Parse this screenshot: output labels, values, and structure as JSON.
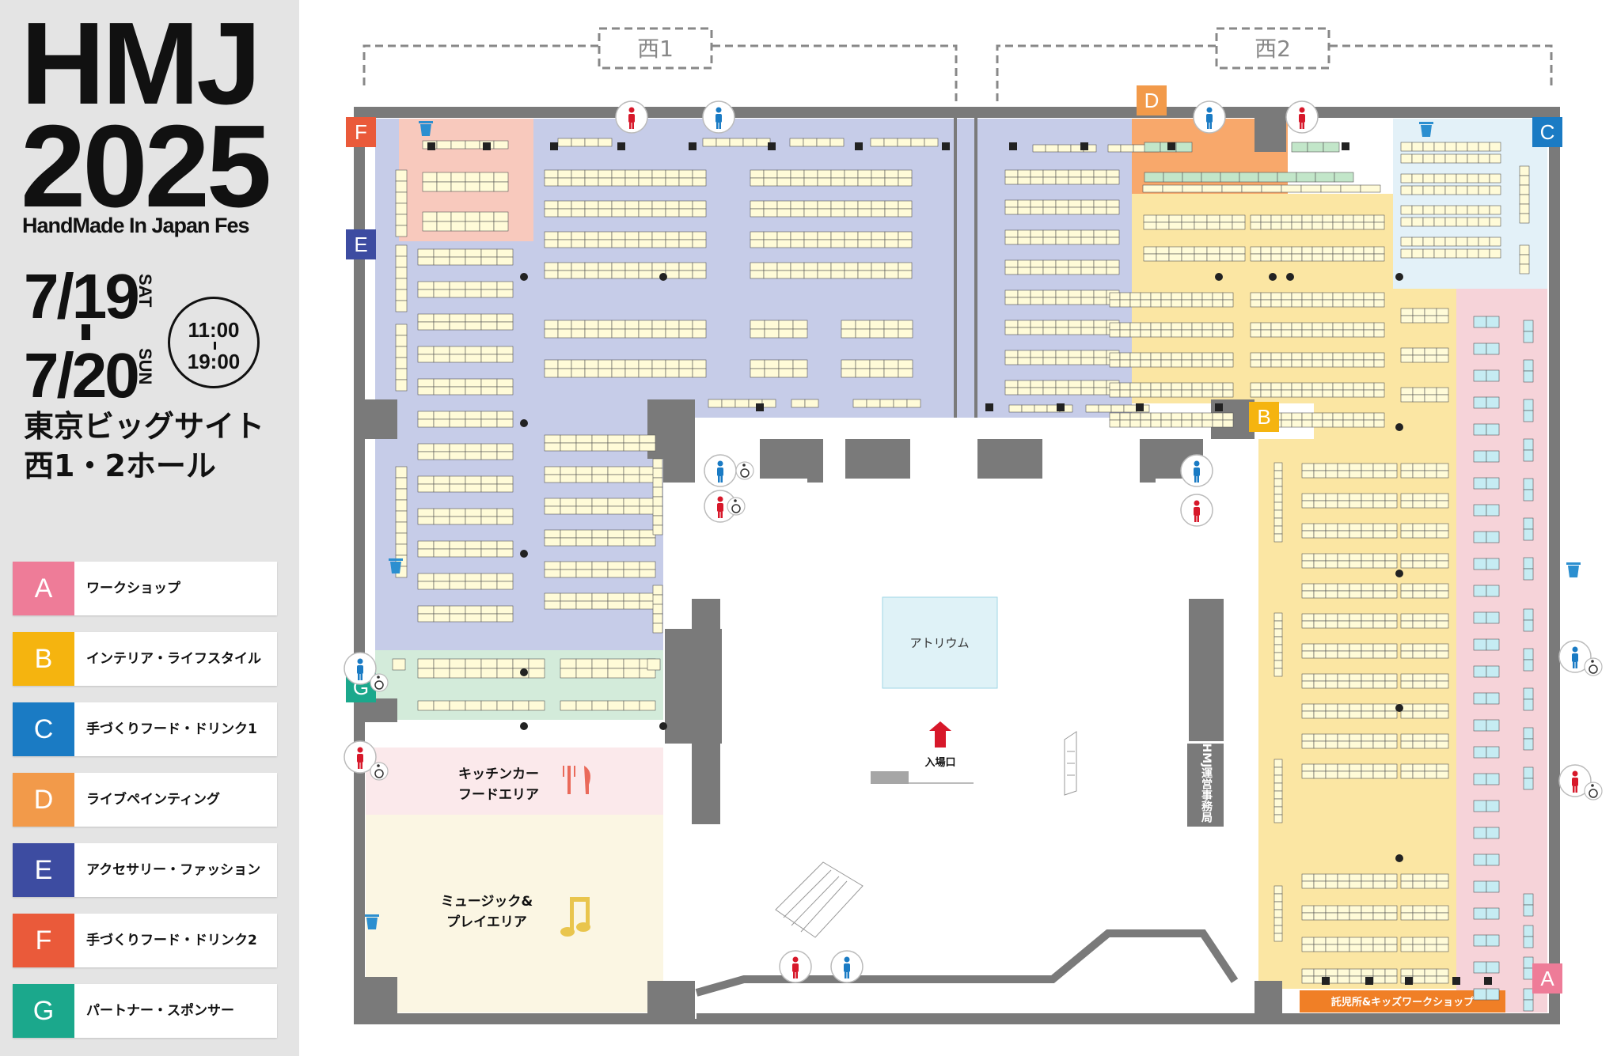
{
  "header": {
    "logo_main": "HMJ",
    "logo_year": "2025",
    "subtitle": "HandMade In Japan Fes"
  },
  "schedule": {
    "day1_date": "7/19",
    "day1_dow": "SAT",
    "day2_date": "7/20",
    "day2_dow": "SUN",
    "open_time": "11:00",
    "close_time": "19:00"
  },
  "venue": {
    "line1": "東京ビッグサイト",
    "line2": "西1・2ホール"
  },
  "legend": [
    {
      "code": "A",
      "label": "ワークショップ",
      "color": "#ee7c98"
    },
    {
      "code": "B",
      "label": "インテリア・ライフスタイル",
      "color": "#f5b40f"
    },
    {
      "code": "C",
      "label": "手づくりフード・ドリンク1",
      "color": "#1a7bc4"
    },
    {
      "code": "D",
      "label": "ライブペインティング",
      "color": "#f29a4a"
    },
    {
      "code": "E",
      "label": "アクセサリー・ファッション",
      "color": "#3d4ca1"
    },
    {
      "code": "F",
      "label": "手づくりフード・ドリンク2",
      "color": "#ea5a3a"
    },
    {
      "code": "G",
      "label": "パートナー・スポンサー",
      "color": "#1ba88c"
    }
  ],
  "map": {
    "hall_west1": "西1",
    "hall_west2": "西2",
    "atrium": "アトリウム",
    "entrance": "入場口",
    "kitchen_line1": "キッチンカー",
    "kitchen_line2": "フードエリア",
    "music_line1": "ミュージック&",
    "music_line2": "プレイエリア",
    "office": "HMJ運営事務局",
    "kids_banner": "託児所&キッズワークショップ",
    "colors": {
      "zone_a": "#f6d3d9",
      "zone_b": "#fbe6a3",
      "zone_c": "#e3f1f8",
      "zone_d": "#f8a86b",
      "zone_e": "#c6cce8",
      "zone_f": "#f8c9bd",
      "zone_g": "#d3ebda",
      "kitchen": "#fbe9eb",
      "music": "#fbf6e3",
      "wall": "#7a7a7a",
      "booth": "#fffbd8",
      "kids_banner": "#f07f26"
    }
  }
}
